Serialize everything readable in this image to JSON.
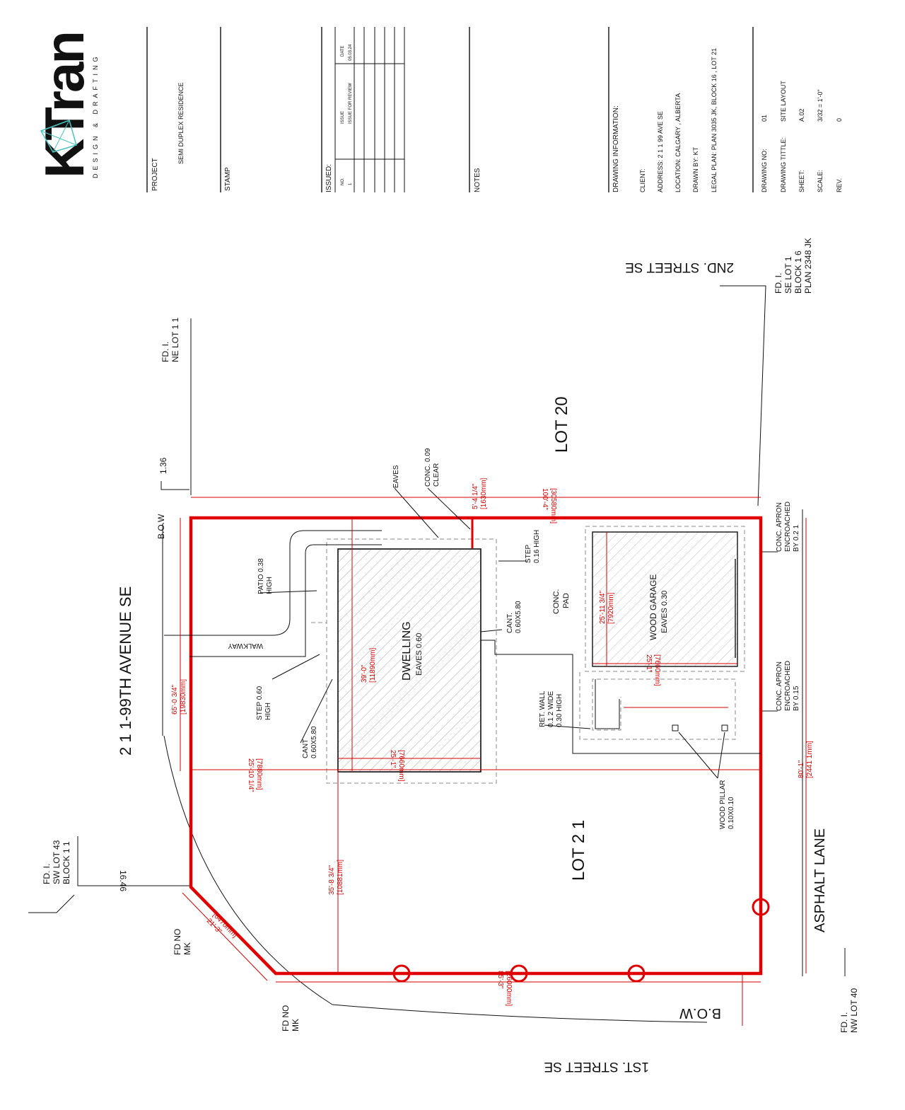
{
  "title_block": {
    "logo_letters": "KTran",
    "logo_tagline": "DESIGN & DRAFTING",
    "project_header": "PROJECT",
    "project_name": "SEMI DUPLEX RESIDENCE",
    "stamp_header": "STAMP",
    "issued_header": "ISSUED:",
    "issued_columns": [
      "NO.",
      "ISSUE",
      "DATE"
    ],
    "issued_rows": [
      {
        "no": "1",
        "issue": "ISSUE FOR REVIEW",
        "date": "05.03.24"
      }
    ],
    "notes_header": "NOTES",
    "drawing_info_header": "DRAWING INFORMATION:",
    "info_lines": [
      "CLIENT:",
      "ADDRESS: 2 1 1 99 AVE SE",
      "LOCATION: CALGARY , ALBERTA",
      "DRAWN BY:  KT",
      "LEGAL PLAN: PLAN 3035 JK, BLOCK 16 , LOT 21"
    ],
    "drawing_no_label": "DRAWING NO:",
    "drawing_no": "01",
    "drawing_title_label": "DRAWING TITTLE:",
    "drawing_title": "SITE LAYOUT",
    "sheet_label": "SHEET:",
    "sheet": "A.02",
    "scale_label": "SCALE:",
    "scale": "3/32 = 1'-0\"",
    "rev_label": "REV.",
    "rev": "0"
  },
  "plan": {
    "street_2nd": "2ND.  STREET SE",
    "street_1st": "1ST.  STREET SE",
    "avenue": "2 1 1-99TH AVENUE SE",
    "lane": "ASPHALT LANE",
    "lot20": "LOT 20",
    "lot21": "LOT 2 1",
    "bow_top": "B.O.W",
    "bow_bottom": "B.O.W",
    "fd_ne_lot11": [
      "FD. I.",
      "NE LOT 1 1"
    ],
    "fd_se_lot1": [
      "FD. I.",
      "SE LOT 1",
      "BLOCK 1 6",
      "PLAN 2348 JK"
    ],
    "fd_sw_lot43": [
      "FD. I.",
      "SW LOT 43",
      "BLOCK 1 1"
    ],
    "fd_nw_lot40": [
      "FD. I.",
      "NW LOT 40"
    ],
    "fd_no_mk_1": [
      "FD NO",
      "MK"
    ],
    "fd_no_mk_2": [
      "FD NO",
      "MK"
    ],
    "val_136": "1.36",
    "val_1646": "16.46",
    "dwelling": "DWELLING",
    "dwelling_eaves": "EAVES 0.60",
    "garage": "WOOD  GARAGE",
    "garage_eaves": "EAVES 0.30",
    "conc_pad": [
      "CONC.",
      "PAD"
    ],
    "walkway": "WALKWAY",
    "patio": [
      "PATIO 0.38",
      "HIGH"
    ],
    "step_060": [
      "STEP 0.60",
      "HIGH"
    ],
    "step_016": [
      "STEP",
      "0.16 HIGH"
    ],
    "cant_1": [
      "CANT.",
      "0.60X5.80"
    ],
    "cant_2": [
      "CANT",
      "0.60X5.80"
    ],
    "eaves": "EAVES",
    "conc_009": [
      "CONC. 0.09",
      "CLEAR"
    ],
    "apron_02": [
      "CONC.  APRON",
      "ENCROACHED",
      "BY 0.2 1"
    ],
    "apron_015": [
      "CONC.  APRON",
      "ENCROACHED",
      "BY 0.15"
    ],
    "ret_wall": [
      "RET. WALL",
      "0.1 2 WIDE",
      "0.30 HIGH"
    ],
    "wood_pillar": [
      "WOOD PILLAR",
      "0.10X0.10"
    ]
  },
  "dimensions": {
    "top": [
      "100'-4\"",
      "[30580mm]"
    ],
    "bottom": [
      "85'-3\"",
      "[26000mm]"
    ],
    "left_65": [
      "65'-0 3/4\"",
      "[19830mm]"
    ],
    "left_25": [
      "25'-10 1/4\"",
      "[7880mm]"
    ],
    "right_80": [
      "80'-1\"",
      "[2441 1mm]"
    ],
    "dwelling_39": [
      "39'-0\"",
      "[11890mm]"
    ],
    "dwelling_25": [
      "25'-1\"",
      "[7660mm]"
    ],
    "garage_25_11": [
      "25'-11 3/4\"",
      "[7920mm]"
    ],
    "garage_25_1": [
      "25'-1\"",
      "[7660mm]"
    ],
    "mid_35": [
      "35'-8 3/4\"",
      "[10881mm]"
    ],
    "chamfer": [
      "21'-3\"",
      "[6470mm]"
    ],
    "conc_5_4": [
      "5'-4 1/4\"",
      "[1630mm]"
    ]
  },
  "colors": {
    "property_line": "#e00000",
    "dimension": "#d40000",
    "ink": "#111111"
  }
}
